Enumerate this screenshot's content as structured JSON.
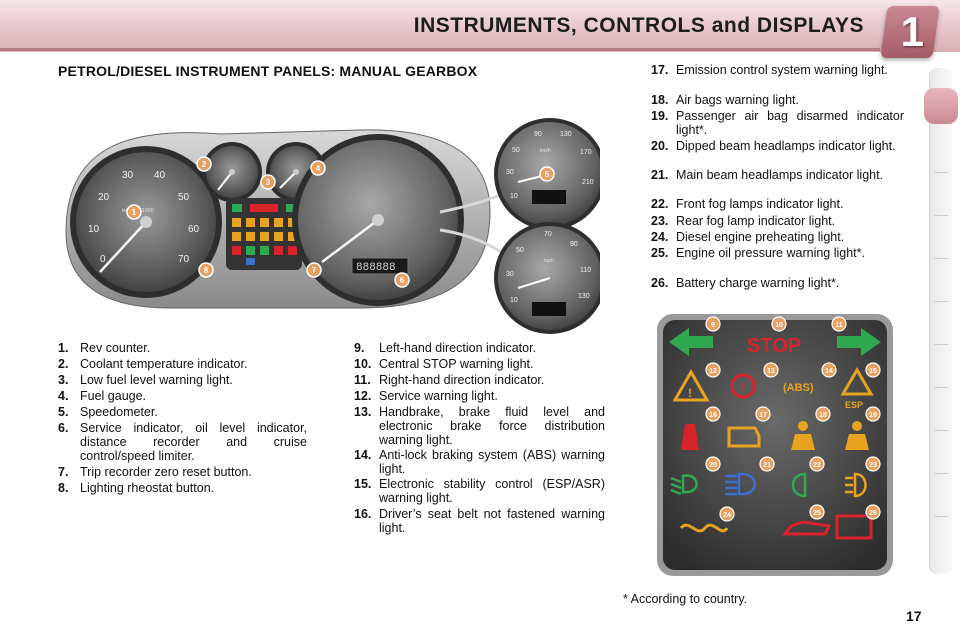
{
  "header": {
    "title": "INSTRUMENTS, CONTROLS and DISPLAYS",
    "chapter": "1"
  },
  "section_title": "PETROL/DIESEL INSTRUMENT PANELS: MANUAL GEARBOX",
  "col1": [
    {
      "num": "1.",
      "text": "Rev counter."
    },
    {
      "num": "2.",
      "text": "Coolant temperature indicator."
    },
    {
      "num": "3.",
      "text": "Low fuel level warning light."
    },
    {
      "num": "4.",
      "text": "Fuel gauge."
    },
    {
      "num": "5.",
      "text": "Speedometer."
    },
    {
      "num": "6.",
      "text": "Service indicator, oil level indicator, distance recorder and cruise control/speed limiter."
    },
    {
      "num": "7.",
      "text": "Trip recorder zero reset button."
    },
    {
      "num": "8.",
      "text": "Lighting rheostat button."
    }
  ],
  "col2": [
    {
      "num": "9.",
      "text": "Left-hand direction indicator."
    },
    {
      "num": "10.",
      "text": "Central STOP warning light."
    },
    {
      "num": "11.",
      "text": "Right-hand direction indicator."
    },
    {
      "num": "12.",
      "text": "Service warning light."
    },
    {
      "num": "13.",
      "text": "Handbrake, brake fluid level and electronic brake force distribution warning light."
    },
    {
      "num": "14.",
      "text": "Anti-lock braking system (ABS) warning light."
    },
    {
      "num": "15.",
      "text": "Electronic stability control (ESP/ASR) warning light."
    },
    {
      "num": "16.",
      "text": "Driver’s seat belt not fastened warning light."
    }
  ],
  "col3": [
    {
      "num": "17.",
      "text": "Emission control system warning light."
    },
    {
      "num": "18.",
      "text": "Air bags warning light."
    },
    {
      "num": "19.",
      "text": "Passenger air bag disarmed indicator light*."
    },
    {
      "num": "20.",
      "text": "Dipped beam headlamps indicator light."
    },
    {
      "num": "21.",
      "text": "Main beam headlamps indicator light."
    },
    {
      "num": "22.",
      "text": "Front fog lamps indicator light."
    },
    {
      "num": "23.",
      "text": "Rear fog lamp indicator light."
    },
    {
      "num": "24.",
      "text": "Diesel engine preheating light."
    },
    {
      "num": "25.",
      "text": "Engine oil pressure warning light*."
    },
    {
      "num": "26.",
      "text": "Battery charge warning light*."
    }
  ],
  "footnote": "*  According to country.",
  "page_number": "17",
  "panel": {
    "rev_ticks": [
      "0",
      "10",
      "20",
      "30",
      "40",
      "50",
      "60",
      "70"
    ],
    "rev_unit": "tr/min x 1000",
    "speedo_km_ticks": [
      "10",
      "30",
      "50",
      "90",
      "130",
      "170",
      "210"
    ],
    "speedo_km_center": "km/h",
    "speedo_mph_ticks": [
      "10",
      "30",
      "50",
      "70",
      "90",
      "110",
      "130"
    ],
    "speedo_mph_center": "mph",
    "odometer": "888888",
    "callouts": [
      "1",
      "2",
      "3",
      "4",
      "5",
      "6",
      "7",
      "8"
    ]
  },
  "warning_panel": {
    "stop_label": "STOP",
    "esp_label": "ESP",
    "abs_label": "(ABS)",
    "callouts": [
      "9",
      "10",
      "11",
      "12",
      "13",
      "14",
      "15",
      "16",
      "17",
      "18",
      "19",
      "20",
      "21",
      "22",
      "23",
      "24",
      "25",
      "26"
    ]
  },
  "colors": {
    "header_band": "#e7c6cc",
    "accent": "#c98a93",
    "callout": "#e8a060",
    "stop_red": "#d8232a",
    "indicator_green": "#2fa84f"
  }
}
